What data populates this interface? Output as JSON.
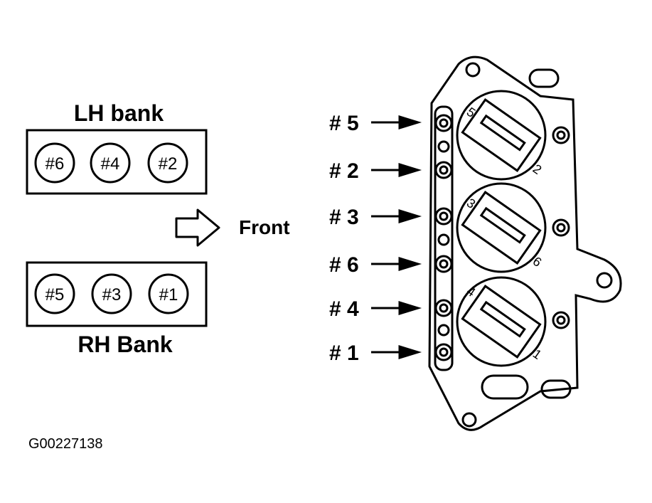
{
  "lh_bank": {
    "title": "LH bank",
    "cylinders": [
      "#6",
      "#4",
      "#2"
    ]
  },
  "rh_bank": {
    "title": "RH Bank",
    "cylinders": [
      "#5",
      "#3",
      "#1"
    ]
  },
  "front_label": "Front",
  "coil_pack": {
    "wire_labels": [
      "# 5",
      "# 2",
      "# 3",
      "# 6",
      "# 4",
      "# 1"
    ],
    "coils": [
      {
        "top": "5",
        "bottom": "2"
      },
      {
        "top": "3",
        "bottom": "6"
      },
      {
        "top": "4",
        "bottom": "1"
      }
    ]
  },
  "figure_code": "G00227138"
}
